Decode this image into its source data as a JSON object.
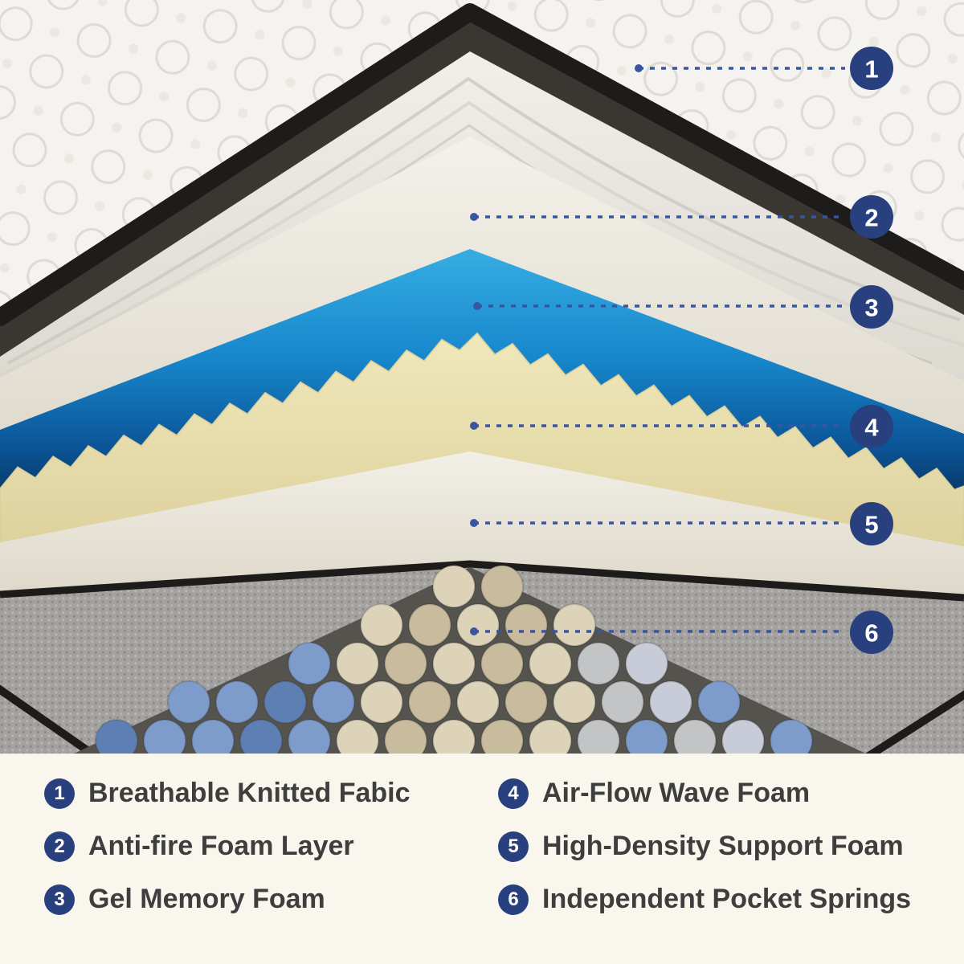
{
  "callouts": [
    {
      "number": "1",
      "label": "Breathable Knitted Fabic"
    },
    {
      "number": "2",
      "label": "Anti-fire Foam Layer"
    },
    {
      "number": "3",
      "label": "Gel Memory Foam"
    },
    {
      "number": "4",
      "label": "Air-Flow Wave Foam"
    },
    {
      "number": "5",
      "label": "High-Density Support Foam"
    },
    {
      "number": "6",
      "label": "Independent Pocket Springs"
    }
  ],
  "colors": {
    "callout_navy": "#29407f",
    "dash_blue": "#3a55a0",
    "quilt_white": "#f4f3f0",
    "binding_black": "#1d1c1a",
    "foam_white": "#f3f1ea",
    "gel_blue_light": "#36ade2",
    "gel_blue": "#1787cc",
    "gel_blue_deep": "#0b5496",
    "wave_cream": "#f0e8bb",
    "support_white": "#f2efe7",
    "mesh_gray": "#a3a2a0",
    "spring_blue": "#7d9ccb",
    "spring_blue_deep": "#5d7fb4",
    "spring_cream": "#ddd3b8",
    "spring_tan": "#c9bc9e",
    "spring_pale": "#c7ccd8",
    "spring_gray": "#c3c4c6",
    "legend_bg": "#f9f6ee",
    "legend_text": "#3e3e3e"
  }
}
